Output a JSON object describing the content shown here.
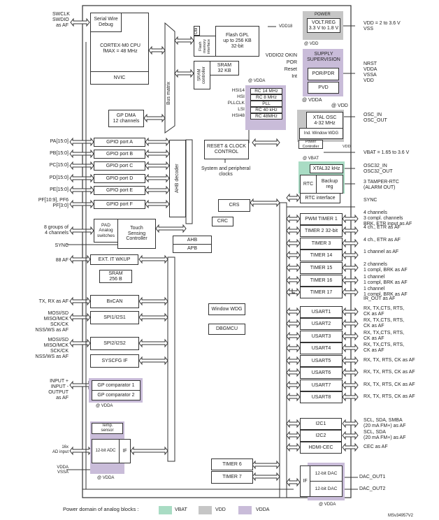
{
  "cpu": {
    "swd": "Serial Wire\nDebug",
    "core": "CORTEX-M0 CPU\nfMAX = 48 MHz",
    "nvic": "NVIC"
  },
  "bus_matrix": "Bus matrix",
  "flash": {
    "obl": "Obl",
    "iface": "Flash memory interface",
    "label": "Flash GPL\nup to 256 KB\n32-bit"
  },
  "sram": {
    "ctrl": "SRAM controller",
    "label": "SRAM\n32 KB"
  },
  "power": {
    "title": "POWER",
    "volt_reg": "VOLT.REG\n3.3 V to 1.8 V",
    "vdd18": "VDD18",
    "at_vdd": "@ VDD"
  },
  "supply": {
    "title": "SUPPLY\nSUPERVISION",
    "por_pdr": "POR/PDR",
    "pvd": "PVD",
    "outputs": [
      "VDDIO2 OKIN",
      "POR",
      "Reset",
      "Int"
    ],
    "at_vdda": "@ VDDA",
    "at_vdd": "@ VDD"
  },
  "clocks": {
    "at_vdda": "@ VDDA",
    "names": [
      "HSI14",
      "HSI",
      "PLLCLK",
      "LSI",
      "HSI48"
    ],
    "blocks": [
      "RC 14 MHz",
      "RC 8 MHz",
      "PLL",
      "RC 40 kHz",
      "RC 48MHz"
    ]
  },
  "xtal_osc": "XTAL OSC\n4-32 MHz",
  "iwdg": "Ind. Window WDG",
  "power_ctrl": "Power\nController",
  "vdd_small": "VDD",
  "rtc": {
    "at_vbat": "@ VBAT",
    "xtal32": "XTAL32 kHz",
    "rtc": "RTC",
    "backup": "Backup\nreg",
    "iface": "RTC interface"
  },
  "rcc": {
    "label": "RESET & CLOCK\nCONTROL",
    "sub": "System and peripheral\nclocks"
  },
  "crs": "CRS",
  "crc": "CRC",
  "dma": "GP DMA\n12 channels",
  "gpio": {
    "ports": [
      "GPIO port A",
      "GPIO port B",
      "GPIO port C",
      "GPIO port D",
      "GPIO port E",
      "GPIO port F"
    ],
    "pins": [
      "PA[15:0]",
      "PB[15:0]",
      "PC[15:0]",
      "PD[15:0]",
      "PE[15:0]",
      "PF[10:9], PF6\nPF[3:0]"
    ],
    "decoder": "AHB decoder"
  },
  "touch": {
    "pad": "PAD\nAnalog\nswitches",
    "ctrl": "Touch\nSensing\nController",
    "groups": "8 groups of\n4 channels",
    "sync": "SYNC"
  },
  "ahb": "AHB",
  "apb": "APB",
  "exti": {
    "label": "EXT. IT  WKUP",
    "af": "88 AF"
  },
  "sram256": "SRAM\n256 B",
  "bxcan": {
    "label": "BxCAN",
    "pins": "TX, RX as AF"
  },
  "spi1": {
    "label": "SPI1/I2S1",
    "pins": "MOSI/SD\nMISO/MCK\nSCK/CK\nNSS/WS as AF"
  },
  "spi2": {
    "label": "SPI2/I2S2",
    "pins": "MOSI/SD\nMISO/MCK\nSCK/CK\nNSS/WS as AF"
  },
  "syscfg": "SYSCFG IF",
  "comp": {
    "c1": "GP comparator 1",
    "c2": "GP comparator 2",
    "pins": "INPUT +\nINPUT -\nOUTPUT\nas AF",
    "at": "@ VDDA"
  },
  "adc": {
    "temp": "Temp.\nsensor",
    "adc": "12-bit ADC",
    "if": "IF",
    "input": "16x\nAD input",
    "supply": "VDDA\nVSSA",
    "at": "@ VDDA"
  },
  "wwdg": "Window WDG",
  "dbgmcu": "DBGMCU",
  "timers": [
    {
      "name": "PWM TIMER 1",
      "pins": "4 channels\n3 compl. channels\nBRK, ETR input as AF"
    },
    {
      "name": "TIMER 2 32-bit",
      "pins": "4 ch., ETR as AF"
    },
    {
      "name": "TIMER 3",
      "pins": "4 ch., ETR as AF"
    },
    {
      "name": "TIMER 14",
      "pins": "1 channel as AF"
    },
    {
      "name": "TIMER 15",
      "pins": "2 channels\n1 compl, BRK as AF"
    },
    {
      "name": "TIMER 16",
      "pins": "1 channel\n1 compl, BRK as AF"
    },
    {
      "name": "TIMER 17",
      "pins": "1 channel\n1 compl, BRK as AF"
    }
  ],
  "ir_out": "IR_OUT as AF",
  "usarts": [
    {
      "name": "USART1",
      "pins": "RX, TX,CTS, RTS,\nCK as AF"
    },
    {
      "name": "USART2",
      "pins": "RX, TX,CTS, RTS,\nCK as AF"
    },
    {
      "name": "USART3",
      "pins": "RX, TX,CTS, RTS,\nCK as AF"
    },
    {
      "name": "USART4",
      "pins": "RX, TX,CTS, RTS,\nCK as AF"
    },
    {
      "name": "USART5",
      "pins": "RX, TX, RTS, CK as AF"
    },
    {
      "name": "USART6",
      "pins": "RX, TX, RTS, CK as AF"
    },
    {
      "name": "USART7",
      "pins": "RX, TX, RTS, CK as AF"
    },
    {
      "name": "USART8",
      "pins": "RX, TX, RTS, CK as AF"
    }
  ],
  "i2c": [
    {
      "name": "I2C1",
      "pins": "SCL, SDA, SMBA\n(20 mA FM+) as AF"
    },
    {
      "name": "I2C2",
      "pins": "SCL, SDA\n(20 mA FM+) as AF"
    },
    {
      "name": "HDMI-CEC",
      "pins": "CEC as AF"
    }
  ],
  "timer6": "TIMER 6",
  "timer7": "TIMER 7",
  "dac": {
    "if": "IF",
    "dac1": "12-bit  DAC",
    "dac2": "12-bit DAC",
    "out1": "DAC_OUT1",
    "out2": "DAC_OUT2",
    "at": "@ VDDA"
  },
  "ext_pins": {
    "swd": "SWCLK\nSWDIO\nas AF",
    "vdd": "VDD = 2 to 3.6 V\nVSS",
    "nrst": "NRST\nVDDA\nVSSA\nVDD",
    "osc": "OSC_IN\nOSC_OUT",
    "vbat": "VBAT = 1.65 to 3.6 V",
    "osc32": "OSC32_IN\nOSC32_OUT",
    "tamper": "3 TAMPER-RTC\n(ALARM OUT)",
    "sync": "SYNC"
  },
  "legend": {
    "title": "Power domain of analog blocks :",
    "items": [
      {
        "label": "VBAT",
        "color": "#a9dcc4"
      },
      {
        "label": "VDD",
        "color": "#c6c6c6"
      },
      {
        "label": "VDDA",
        "color": "#c9bcd9"
      }
    ]
  },
  "ref": "MSv34957V2"
}
